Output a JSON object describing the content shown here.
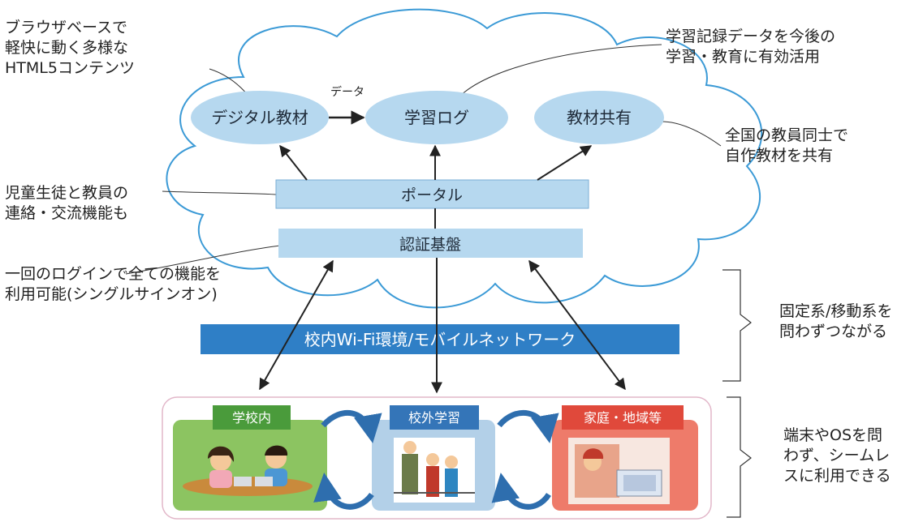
{
  "nodes": {
    "digital": "デジタル教材",
    "log": "学習ログ",
    "share": "教材共有"
  },
  "edge_label": "データ",
  "portal": "ポータル",
  "auth": "認証基盤",
  "network": "校内Wi-Fi環境/モバイルネットワーク",
  "places": {
    "school": "学校内",
    "outside": "校外学習",
    "home": "家庭・地域等"
  },
  "notes": {
    "browser": "ブラウザベースで\n軽快に動く多様な\nHTML5コンテンツ",
    "record": "学習記録データを今後の\n学習・教育に有効活用",
    "teachers": "全国の教員同士で\n自作教材を共有",
    "contact": "児童生徒と教員の\n連絡・交流機能も",
    "sso": "一回のログインで全ての機能を\n利用可能(シングルサインオン)",
    "network": "固定系/移動系を\n問わずつながる",
    "device": "端末やOSを問\nわず、シームレ\nスに利用できる"
  },
  "colors": {
    "cloud_stroke": "#3b9ad6",
    "ellipse_fill": "#b6d8ef",
    "bar_fill": "#b6d8ef",
    "network_fill": "#2f7fc6",
    "school_fill": "#8cc461",
    "school_tag": "#4a9b3b",
    "outside_fill": "#b3d0e8",
    "outside_tag": "#3475b8",
    "home_fill": "#ee7b6a",
    "home_tag": "#e0493b",
    "cycle_arrow": "#2e6eae"
  }
}
